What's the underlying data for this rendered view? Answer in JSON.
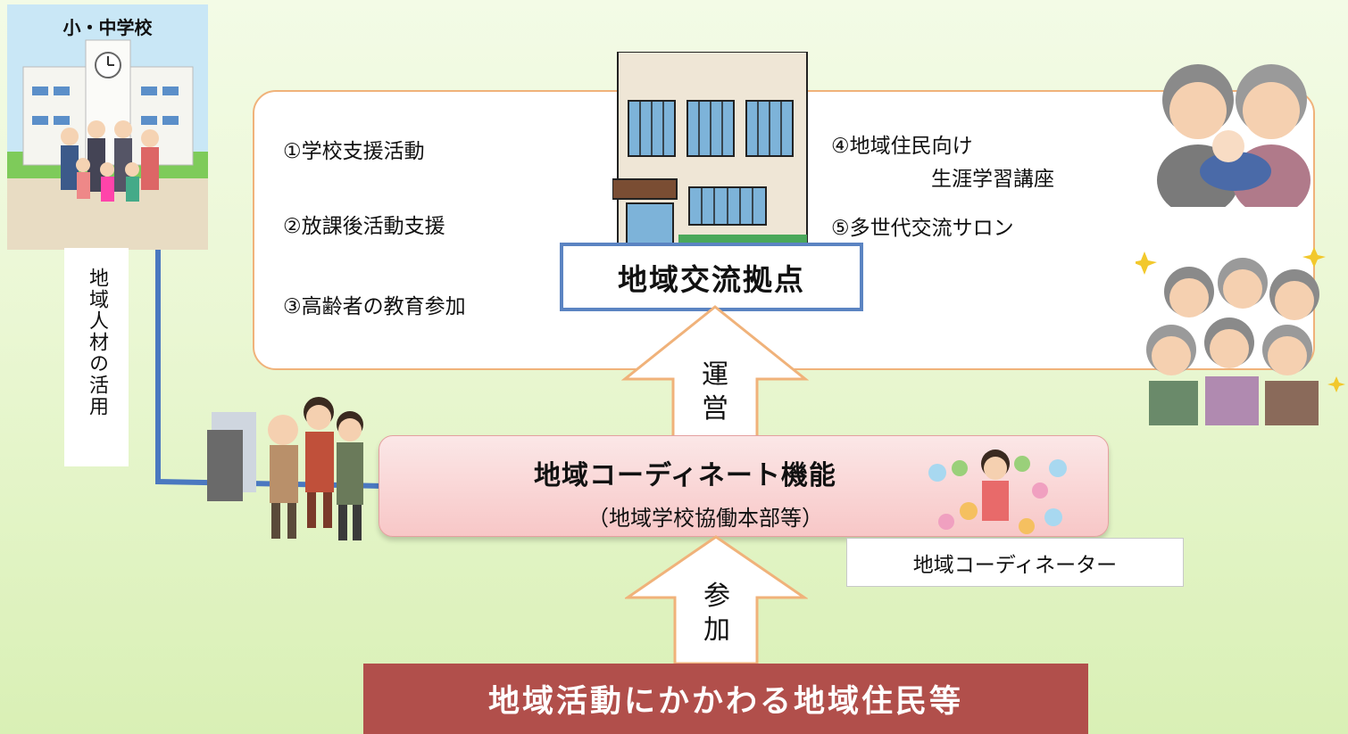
{
  "school": {
    "label": "小・中学校"
  },
  "talent_label": "地域人材の活用",
  "hub": {
    "label": "地域交流拠点"
  },
  "activities": {
    "a1": "①学校支援活動",
    "a2": "②放課後活動支援",
    "a3": "③高齢者の教育参加",
    "a4_line1": "④地域住民向け",
    "a4_line2": "生涯学習講座",
    "a5": "⑤多世代交流サロン"
  },
  "arrows": {
    "operate": "運営",
    "participate": "参加"
  },
  "coordinate": {
    "title": "地域コーディネート機能",
    "subtitle": "（地域学校協働本部等）"
  },
  "coordinator_label": "地域コーディネーター",
  "residents_label": "地域活動にかかわる地域住民等",
  "colors": {
    "flow_arrow": "#4a78c0",
    "hub_border": "#5b84c2",
    "panel_border": "#f0b27a",
    "residents_bg": "#b14f4b",
    "coord_bg": "#f8c7c7"
  },
  "icons": [
    "school-building-icon",
    "school-group-icon",
    "community-building-icon",
    "grandparents-baby-icon",
    "elderly-group-icon",
    "walking-people-icon",
    "coordinator-person-icon"
  ]
}
